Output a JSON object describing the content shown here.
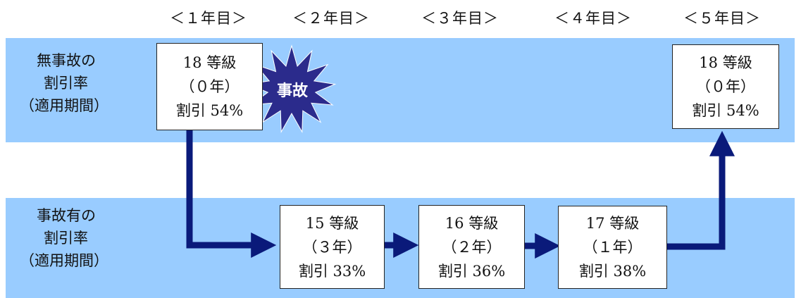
{
  "years": [
    "＜１年目＞",
    "＜２年目＞",
    "＜３年目＞",
    "＜４年目＞",
    "＜５年目＞"
  ],
  "rows": {
    "no_accident": {
      "lines": [
        "無事故の",
        "割引率",
        "（適用期間）"
      ]
    },
    "accident": {
      "lines": [
        "事故有の",
        "割引率",
        "（適用期間）"
      ]
    }
  },
  "boxes": [
    {
      "grade": "18 等級",
      "period": "（０年）",
      "discount": "割引 54%"
    },
    {
      "grade": "15 等級",
      "period": "（３年）",
      "discount": "割引 33%"
    },
    {
      "grade": "16 等級",
      "period": "（２年）",
      "discount": "割引 36%"
    },
    {
      "grade": "17 等級",
      "period": "（１年）",
      "discount": "割引 38%"
    },
    {
      "grade": "18 等級",
      "period": "（０年）",
      "discount": "割引 54%"
    }
  ],
  "accident_burst": {
    "label": "事故",
    "color": "#2b2b8c"
  },
  "colors": {
    "band": "#99ccff",
    "arrow": "#0a1a7a"
  }
}
